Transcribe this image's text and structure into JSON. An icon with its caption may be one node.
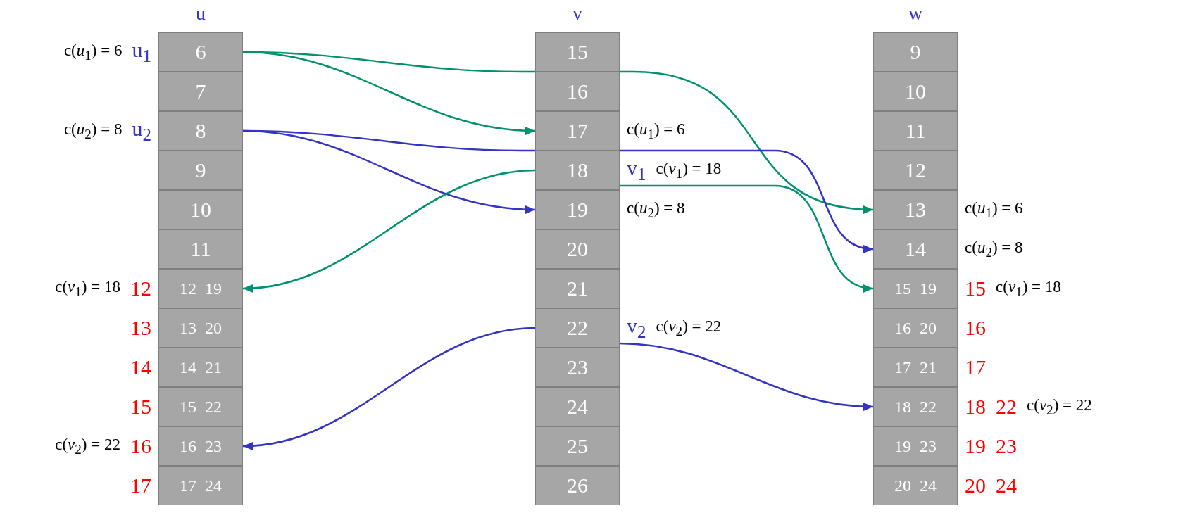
{
  "diagram": {
    "nodes": [
      {
        "text": [
          "u"
        ]
      },
      {
        "text": [
          "6"
        ],
        "in": 0,
        "beside": [
          "c(*u*$_{1}$) = 6",
          "u$_{1}$"
        ]
      },
      {
        "text": [
          "7"
        ],
        "in": 0
      },
      {
        "text": [
          "8"
        ],
        "in": 0,
        "beside": [
          "c(*u*$_{2}$) = 8",
          "u$_{2}$"
        ]
      },
      {
        "text": [
          "9"
        ],
        "in": 0
      },
      {
        "text": [
          "10"
        ],
        "in": 0
      },
      {
        "text": [
          "11"
        ],
        "in": 0
      },
      {
        "text": [
          "12",
          "19"
        ],
        "in": 0,
        "beside": [
          "c(*v*$_{1}$) = 18",
          "12"
        ]
      },
      {
        "text": [
          "13",
          "20"
        ],
        "in": 0,
        "beside": [
          "13"
        ]
      },
      {
        "text": [
          "14",
          "21"
        ],
        "in": 0,
        "beside": [
          "14"
        ]
      },
      {
        "text": [
          "15",
          "22"
        ],
        "in": 0,
        "beside": [
          "15"
        ]
      },
      {
        "text": [
          "16",
          "23"
        ],
        "in": 0,
        "beside": [
          "c(*v*$_{2}$) = 22",
          "16"
        ]
      },
      {
        "text": [
          "17",
          "24"
        ],
        "in": 0,
        "beside": [
          "17"
        ]
      },
      {
        "text": [
          "v"
        ]
      },
      {
        "text": [
          "15"
        ],
        "in": 13
      },
      {
        "text": [
          "16"
        ],
        "in": 13
      },
      {
        "text": [
          "17"
        ],
        "in": 13,
        "beside": [
          "c(*u*$_{1}$) = 6"
        ]
      },
      {
        "text": [
          "18"
        ],
        "in": 13,
        "beside": [
          "v$_{1}$",
          "c(*v*$_{1}$) = 18"
        ]
      },
      {
        "text": [
          "19"
        ],
        "in": 13,
        "beside": [
          "c(*u*$_{2}$) = 8"
        ]
      },
      {
        "text": [
          "20"
        ],
        "in": 13
      },
      {
        "text": [
          "21"
        ],
        "in": 13
      },
      {
        "text": [
          "22"
        ],
        "in": 13,
        "beside": [
          "v$_{2}$",
          "c(*v*$_{2}$) = 22"
        ]
      },
      {
        "text": [
          "23"
        ],
        "in": 13
      },
      {
        "text": [
          "24"
        ],
        "in": 13
      },
      {
        "text": [
          "25"
        ],
        "in": 13
      },
      {
        "text": [
          "26"
        ],
        "in": 13
      },
      {
        "text": [
          "w"
        ]
      },
      {
        "text": [
          "9"
        ],
        "in": 26
      },
      {
        "text": [
          "10"
        ],
        "in": 26
      },
      {
        "text": [
          "11"
        ],
        "in": 26
      },
      {
        "text": [
          "12"
        ],
        "in": 26
      },
      {
        "text": [
          "13"
        ],
        "in": 26,
        "beside": [
          "c(*u*$_{1}$) = 6"
        ]
      },
      {
        "text": [
          "14"
        ],
        "in": 26,
        "beside": [
          "c(*u*$_{2}$) = 8"
        ]
      },
      {
        "text": [
          "15",
          "19"
        ],
        "in": 26,
        "beside": [
          "15",
          "c(*v*$_{1}$) = 18"
        ]
      },
      {
        "text": [
          "16",
          "20"
        ],
        "in": 26,
        "beside": [
          "16"
        ]
      },
      {
        "text": [
          "17",
          "21"
        ],
        "in": 26,
        "beside": [
          "17"
        ]
      },
      {
        "text": [
          "18",
          "22"
        ],
        "in": 26,
        "beside": [
          "18",
          "22",
          "c(*v*$_{2}$) = 22"
        ]
      },
      {
        "text": [
          "19",
          "23"
        ],
        "in": 26,
        "beside": [
          "19",
          "23"
        ]
      },
      {
        "text": [
          "20",
          "24"
        ],
        "in": 26,
        "beside": [
          "20",
          "24"
        ]
      }
    ],
    "edges": [
      {
        "from": 1,
        "to": 16,
        "arrow": "to",
        "color": "#00916e"
      },
      {
        "from": 1,
        "to": 31,
        "arrow": "to",
        "color": "#00916e"
      },
      {
        "from": 3,
        "to": 18,
        "arrow": "to",
        "color": "#3333c4"
      },
      {
        "from": 3,
        "to": 32,
        "arrow": "to",
        "color": "#3333c4"
      },
      {
        "from": 17,
        "to": 7,
        "arrow": "to",
        "color": "#00916e"
      },
      {
        "from": 17,
        "to": 33,
        "arrow": "to",
        "color": "#00916e"
      },
      {
        "from": 21,
        "to": 11,
        "arrow": "to",
        "color": "#3333c4"
      },
      {
        "from": 21,
        "to": 36,
        "arrow": "to",
        "color": "#3333c4"
      }
    ]
  }
}
